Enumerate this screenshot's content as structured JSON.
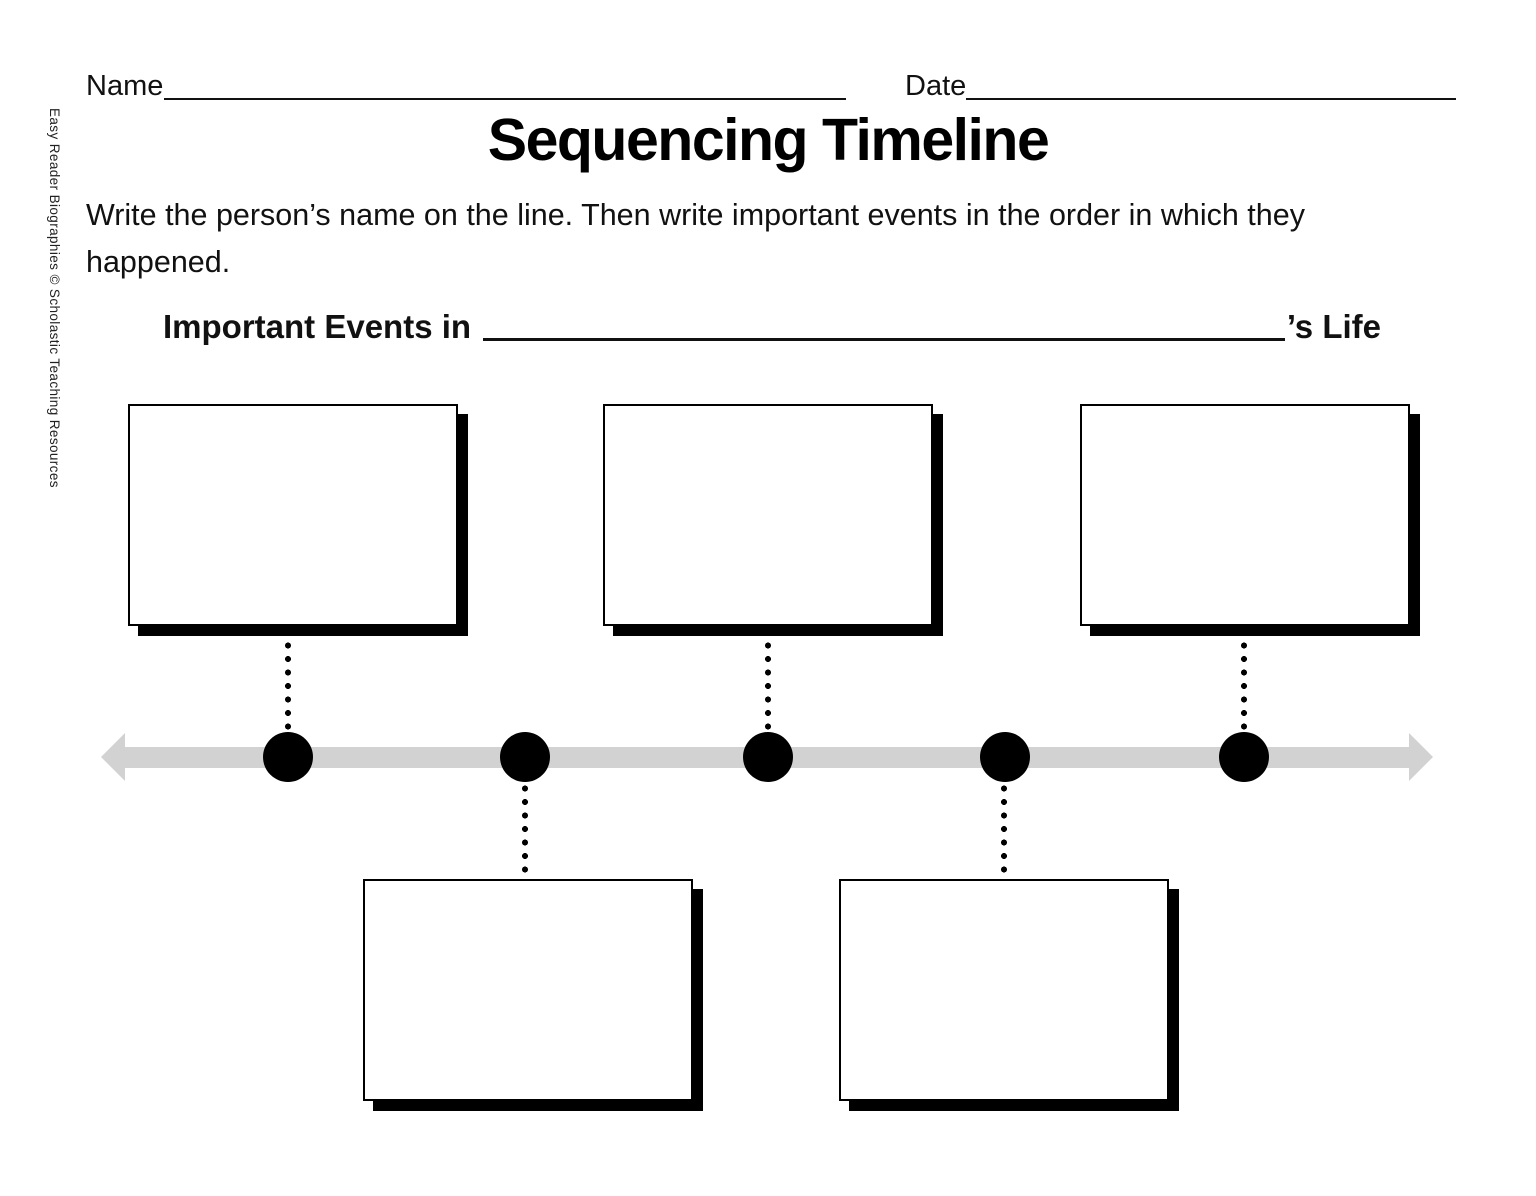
{
  "document": {
    "type": "printable-worksheet",
    "title": "Sequencing Timeline",
    "instructions": "Write the person’s name on the line. Then write important events in the order in which they happened.",
    "credit": "Easy Reader Biographies © Scholastic Teaching Resources"
  },
  "header_fields": {
    "name_label": "Name",
    "name_value": "",
    "date_label": "Date",
    "date_value": ""
  },
  "heading": {
    "prefix": "Important Events in",
    "person_name_value": "",
    "suffix": "’s Life"
  },
  "timeline": {
    "orientation": "horizontal",
    "arrow_ends": [
      "left",
      "right"
    ],
    "bar_color": "#d2d2d2",
    "point_color": "#000000",
    "points": [
      {
        "order": 1,
        "box_position": "above",
        "event_text": ""
      },
      {
        "order": 2,
        "box_position": "below",
        "event_text": ""
      },
      {
        "order": 3,
        "box_position": "above",
        "event_text": ""
      },
      {
        "order": 4,
        "box_position": "below",
        "event_text": ""
      },
      {
        "order": 5,
        "box_position": "above",
        "event_text": ""
      }
    ]
  },
  "colors": {
    "text": "#111111",
    "box_border": "#000000",
    "box_shadow": "#000000",
    "timeline_bar": "#d2d2d2",
    "timeline_point": "#000000"
  }
}
